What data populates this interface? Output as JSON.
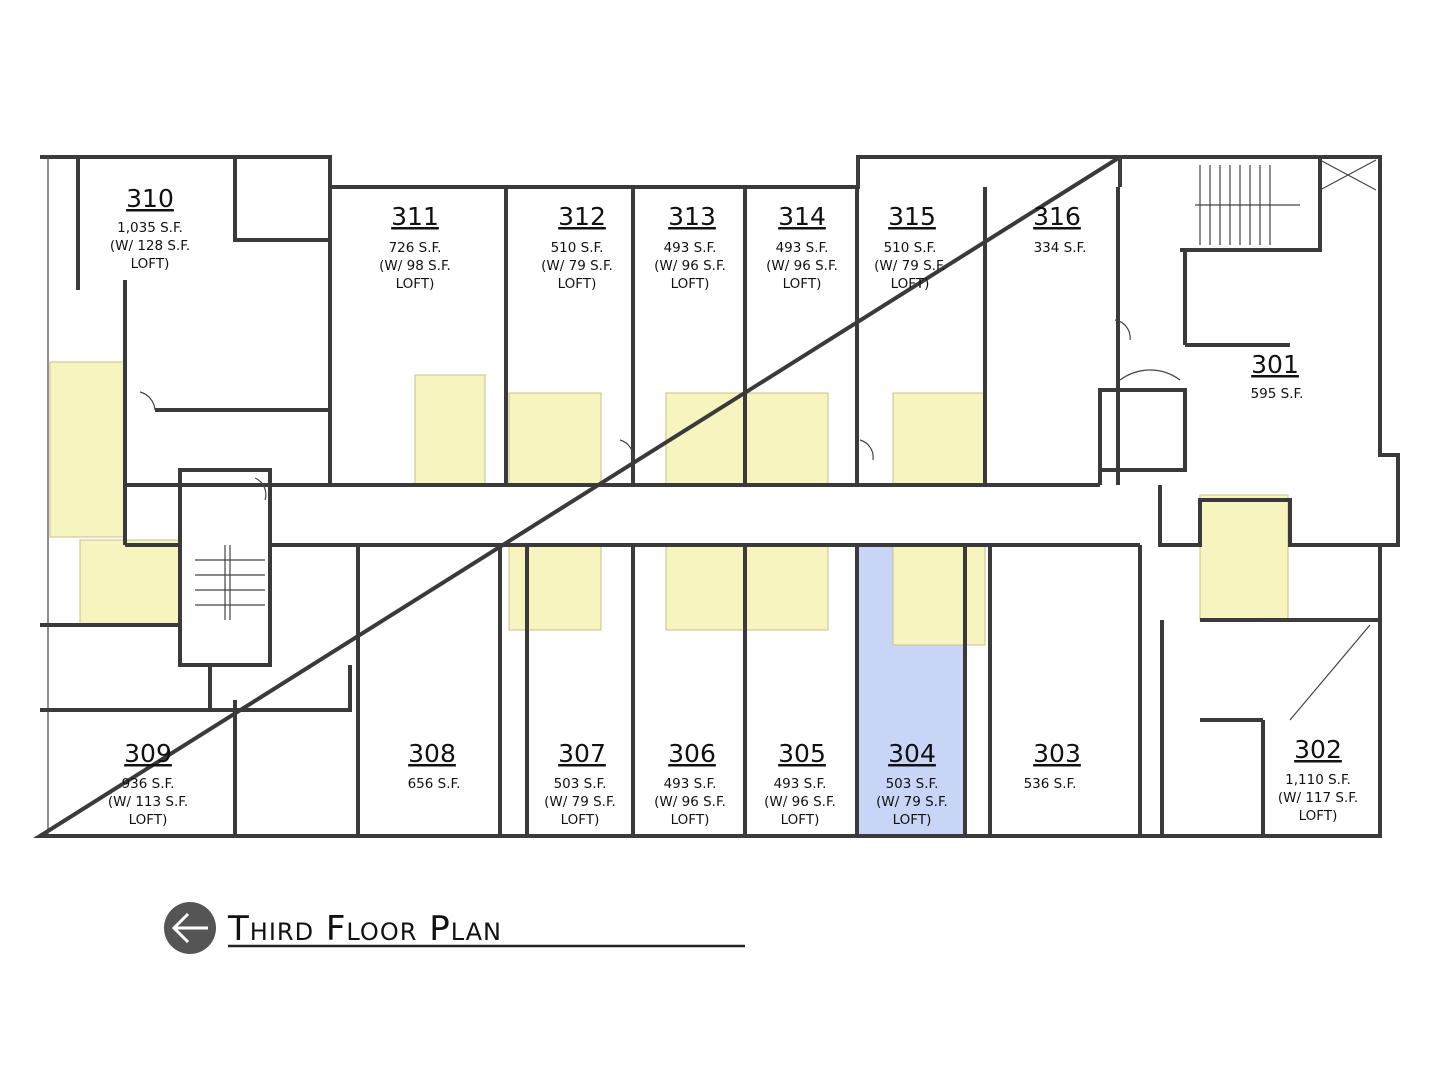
{
  "title": "Third Floor Plan",
  "colors": {
    "highlight_yellow": "#f8f4c0",
    "highlight_blue": "#c9d5f7",
    "wall": "#3a3a3a"
  },
  "icons": {
    "north_arrow": "circle-arrow-left-icon"
  },
  "units": [
    {
      "number": "310",
      "area": "1,035 S.F.",
      "loft": "(W/ 128 S.F.",
      "loft_end": "LOFT)"
    },
    {
      "number": "311",
      "area": "726 S.F.",
      "loft": "(W/ 98 S.F.",
      "loft_end": "LOFT)"
    },
    {
      "number": "312",
      "area": "510 S.F.",
      "loft": "(W/ 79 S.F.",
      "loft_end": "LOFT)"
    },
    {
      "number": "313",
      "area": "493 S.F.",
      "loft": "(W/ 96 S.F.",
      "loft_end": "LOFT)"
    },
    {
      "number": "314",
      "area": "493 S.F.",
      "loft": "(W/ 96 S.F.",
      "loft_end": "LOFT)"
    },
    {
      "number": "315",
      "area": "510 S.F.",
      "loft": "(W/ 79 S.F.",
      "loft_end": "LOFT)"
    },
    {
      "number": "316",
      "area": "334 S.F."
    },
    {
      "number": "301",
      "area": "595 S.F."
    },
    {
      "number": "309",
      "area": "936 S.F.",
      "loft": "(W/ 113 S.F.",
      "loft_end": "LOFT)"
    },
    {
      "number": "308",
      "area": "656 S.F."
    },
    {
      "number": "307",
      "area": "503 S.F.",
      "loft": "(W/ 79 S.F.",
      "loft_end": "LOFT)"
    },
    {
      "number": "306",
      "area": "493 S.F.",
      "loft": "(W/ 96 S.F.",
      "loft_end": "LOFT)"
    },
    {
      "number": "305",
      "area": "493 S.F.",
      "loft": "(W/ 96 S.F.",
      "loft_end": "LOFT)"
    },
    {
      "number": "304",
      "area": "503 S.F.",
      "loft": "(W/ 79 S.F.",
      "loft_end": "LOFT)",
      "highlighted": true
    },
    {
      "number": "303",
      "area": "536 S.F."
    },
    {
      "number": "302",
      "area": "1,110 S.F.",
      "loft": "(W/ 117 S.F.",
      "loft_end": "LOFT)"
    }
  ]
}
